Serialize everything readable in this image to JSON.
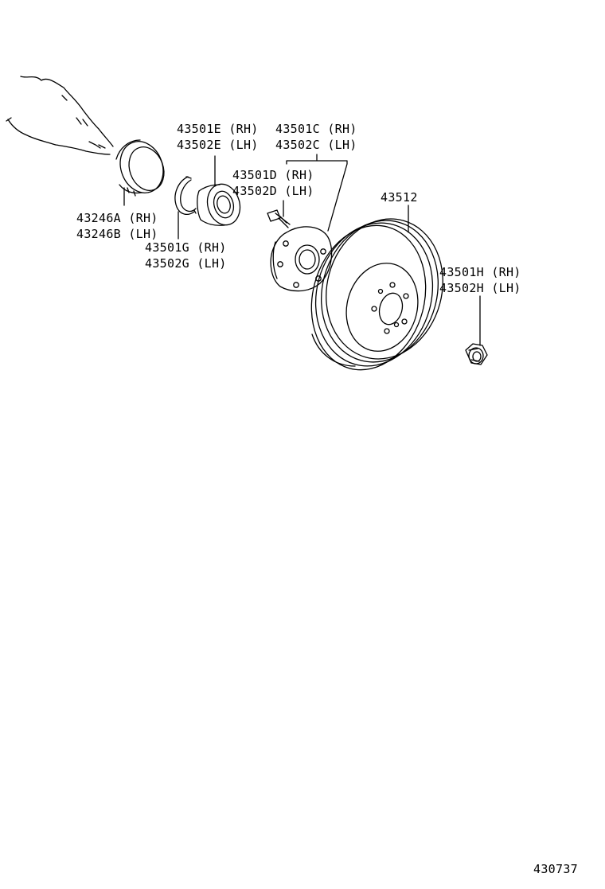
{
  "parts": {
    "dust_seal": {
      "rh": "43246A (RH)",
      "lh": "43246B (LH)"
    },
    "bearing": {
      "rh": "43501E (RH)",
      "lh": "43502E (LH)"
    },
    "snap_ring": {
      "rh": "43501G (RH)",
      "lh": "43502G (LH)"
    },
    "hub_assembly": {
      "rh": "43501C (RH)",
      "lh": "43502C (LH)"
    },
    "hub_bolt": {
      "rh": "43501D (RH)",
      "lh": "43502D (LH)"
    },
    "disc": {
      "number": "43512"
    },
    "hub_nut": {
      "rh": "43501H (RH)",
      "lh": "43502H (LH)"
    }
  },
  "diagram_id": "430737"
}
